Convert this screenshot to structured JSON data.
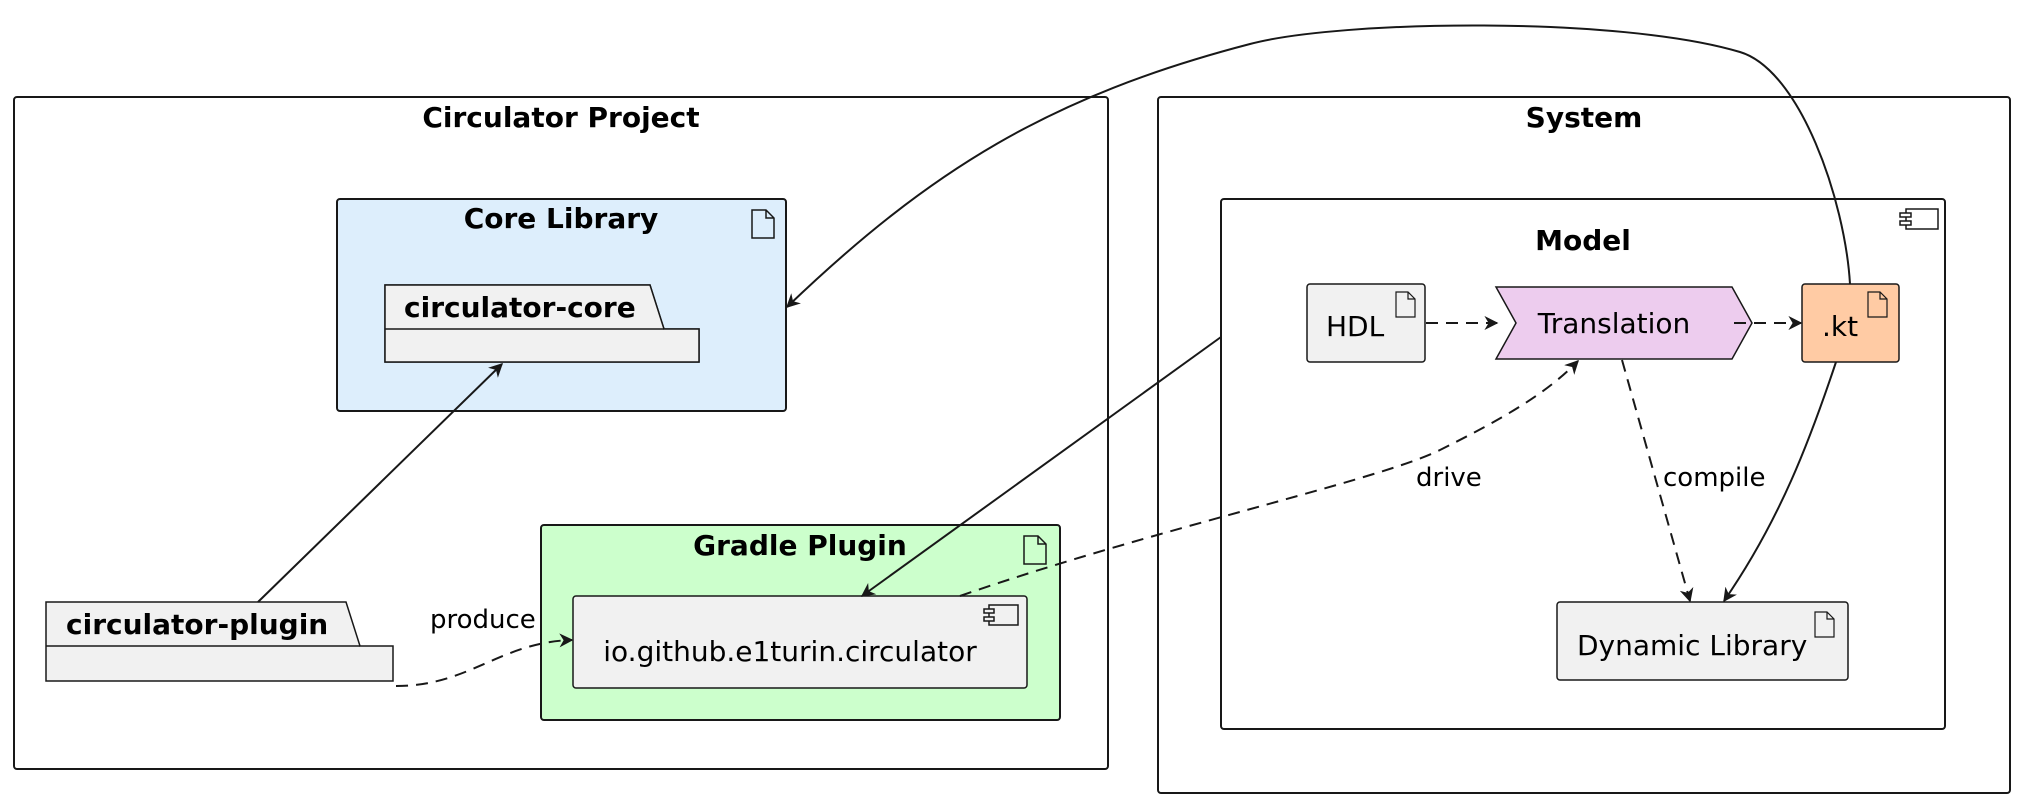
{
  "frames": {
    "circulator_project": "Circulator Project",
    "system": "System",
    "core_library": "Core Library",
    "gradle_plugin": "Gradle Plugin",
    "model": "Model"
  },
  "nodes": {
    "circulator_core": "circulator-core",
    "circulator_plugin": "circulator-plugin",
    "plugin_component": "io.github.e1turin.circulator",
    "hdl": "HDL",
    "translation": "Translation",
    "kt": ".kt",
    "dynamic_library": "Dynamic Library"
  },
  "edge_labels": {
    "produce": "produce",
    "drive": "drive",
    "compile": "compile"
  },
  "colors": {
    "core_library_fill": "#DDEEFC",
    "gradle_plugin_fill": "#CCFFCC",
    "node_fill": "#F1F1F1",
    "translation_fill": "#EDCCEE",
    "kt_fill": "#FFCBA4"
  },
  "icons": {
    "artifact": "document-icon",
    "component": "component-icon"
  }
}
